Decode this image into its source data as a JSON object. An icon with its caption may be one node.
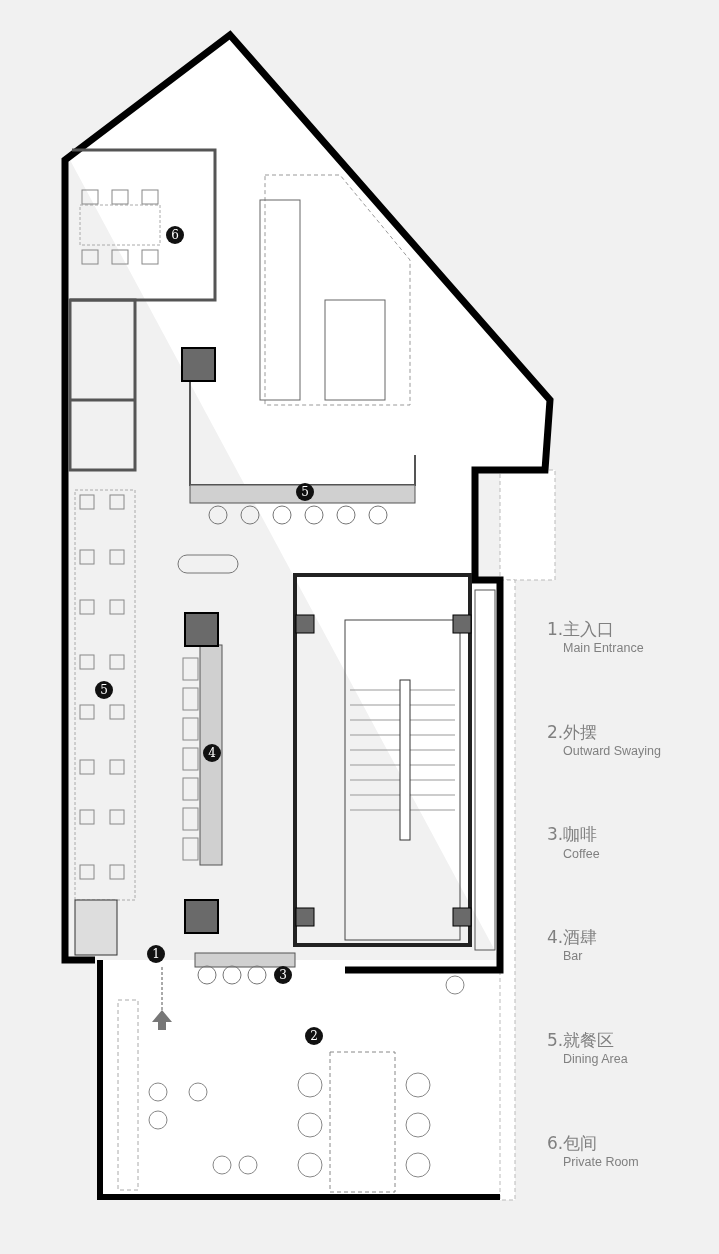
{
  "diagram": {
    "labels": [
      "6",
      "5",
      "5",
      "4",
      "1",
      "3",
      "2",
      "1.主入口",
      "Main Entrance",
      "2.外摆",
      "Outward Swaying",
      "3.咖啡",
      "Coffee",
      "4.酒肆",
      "Bar",
      "5.就餐区",
      "Dining Area",
      "6.包间",
      "Private Room"
    ]
  }
}
